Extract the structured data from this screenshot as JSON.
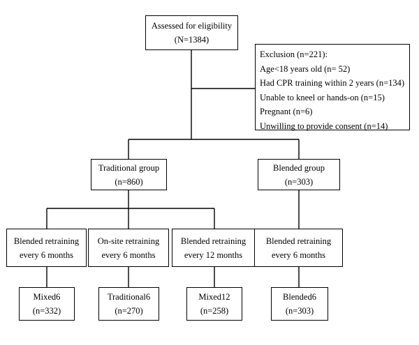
{
  "assessed": {
    "line1": "Assessed for eligibility",
    "line2": "(N=1384)"
  },
  "exclusion": {
    "title": "Exclusion (n=221):",
    "items": [
      "Age<18 years old (n= 52)",
      "Had CPR training within 2 years (n=134)",
      "Unable to kneel or hands-on (n=15)",
      "Pregnant (n=6)",
      "Unwilling to provide consent (n=14)"
    ]
  },
  "groups": {
    "traditional": {
      "line1": "Traditional group",
      "line2": "(n=860)"
    },
    "blended": {
      "line1": "Blended group",
      "line2": "(n=303)"
    }
  },
  "retraining": [
    {
      "line1": "Blended retraining",
      "line2": "every 6 months"
    },
    {
      "line1": "On-site retraining",
      "line2": "every 6 months"
    },
    {
      "line1": "Blended retraining",
      "line2": "every 12 months"
    },
    {
      "line1": "Blended retraining",
      "line2": "every 6 months"
    }
  ],
  "outcomes": [
    {
      "line1": "Mixed6",
      "line2": "(n=332)"
    },
    {
      "line1": "Traditional6",
      "line2": "(n=270)"
    },
    {
      "line1": "Mixed12",
      "line2": "(n=258)"
    },
    {
      "line1": "Blended6",
      "line2": "(n=303)"
    }
  ]
}
